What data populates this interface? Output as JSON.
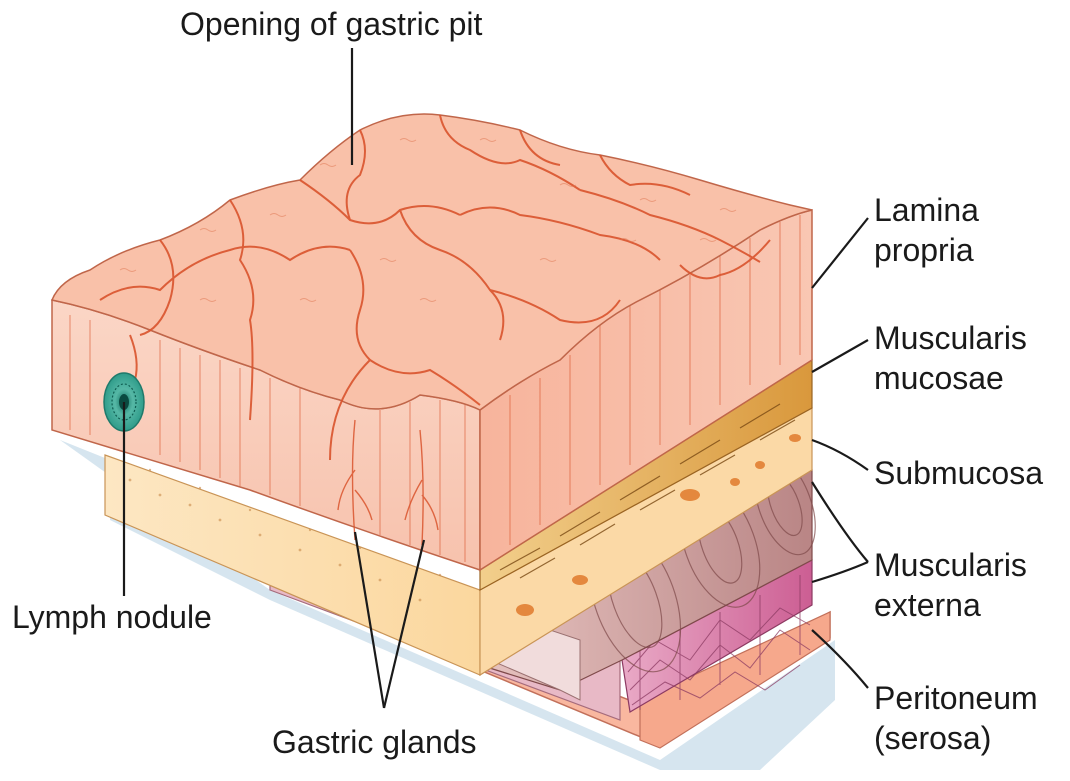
{
  "labels": {
    "opening_of_gastric_pit": "Opening of gastric pit",
    "lamina_propria": [
      "Lamina",
      "propria"
    ],
    "muscularis_mucosae": [
      "Muscularis",
      "mucosae"
    ],
    "submucosa": "Submucosa",
    "muscularis_externa": [
      "Muscularis",
      "externa"
    ],
    "peritoneum": [
      "Peritoneum",
      "(serosa)"
    ],
    "lymph_nodule": "Lymph nodule",
    "gastric_glands": "Gastric glands"
  },
  "colors": {
    "mucosa_top": "#f9c1a9",
    "mucosa_front": "#fbd3c2",
    "mucosa_side": "#f7b9a3",
    "crevice_lines": "#d9542d",
    "muscularis_mucosae": "#e6b25c",
    "submucosa": "#fde0b3",
    "muscularis_externa_circular": "#c99a99",
    "muscularis_externa_longitudinal": "#d67aa4",
    "serosa": "#f9b79f",
    "lymph_nodule": "#2f9c8a",
    "shadow": "#c7dbe9",
    "leader_lines": "#1a1a1a"
  }
}
